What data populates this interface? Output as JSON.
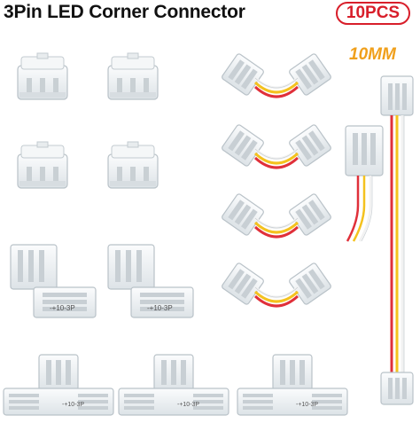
{
  "header": {
    "title": "3Pin LED Corner Connector",
    "quantity_badge": "10PCS",
    "wire_length": "10MM"
  },
  "connector_label": "-+10-3P",
  "colors": {
    "badge_red": "#d81e2a",
    "length_orange": "#f0a01c",
    "wire_red": "#e0303a",
    "wire_yellow": "#f4c21e",
    "wire_white": "#f4f4f4",
    "housing": "#eef1f3"
  },
  "products": {
    "straight_clips": 4,
    "v_corner_connectors": 4,
    "l_connectors": 2,
    "t_connectors": 3,
    "extension_cable": 1
  }
}
